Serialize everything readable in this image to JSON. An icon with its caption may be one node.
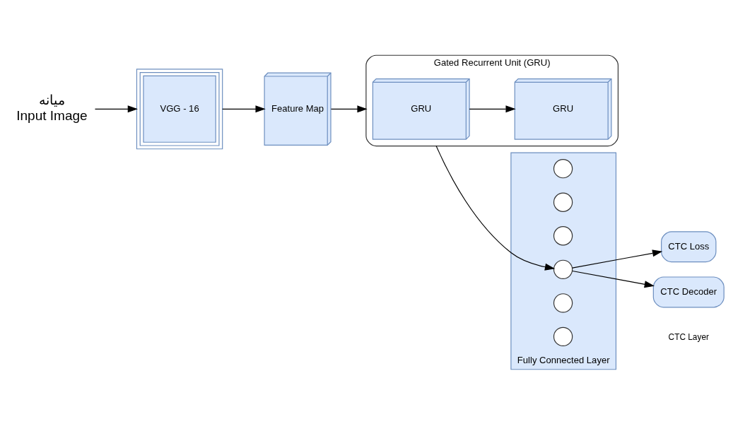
{
  "diagram": {
    "nodes": [
      {
        "text": [
          "ميانه",
          "Input Image"
        ]
      },
      {
        "text": [
          "VGG - 16"
        ]
      },
      {
        "text": [
          "Feature Map"
        ]
      },
      {
        "text": [
          "Gated Recurrent Unit (GRU)"
        ]
      },
      {
        "text": [
          "GRU"
        ],
        "in": 3
      },
      {
        "text": [
          "GRU"
        ],
        "in": 3
      },
      {
        "text": [
          "Fully Connected Layer"
        ]
      },
      {
        "text": [],
        "shape": "circle",
        "in": 6
      },
      {
        "text": [],
        "shape": "circle",
        "in": 6
      },
      {
        "text": [],
        "shape": "circle",
        "in": 6
      },
      {
        "text": [],
        "shape": "circle",
        "in": 6
      },
      {
        "text": [],
        "shape": "circle",
        "in": 6
      },
      {
        "text": [],
        "shape": "circle",
        "in": 6
      },
      {
        "text": [
          "CTC Loss"
        ]
      },
      {
        "text": [
          "CTC Decoder"
        ]
      }
    ],
    "edges": [
      {
        "from": 0,
        "to": 1,
        "arrow": "to"
      },
      {
        "from": 1,
        "to": 2,
        "arrow": "to"
      },
      {
        "from": 2,
        "to": 3,
        "arrow": "to"
      },
      {
        "from": 4,
        "to": 5,
        "arrow": "to"
      },
      {
        "from": 3,
        "to": 10,
        "arrow": "to"
      },
      {
        "from": 10,
        "to": 13,
        "arrow": "to"
      },
      {
        "from": 10,
        "to": 14,
        "arrow": "to"
      }
    ],
    "labels": [
      "CTC Layer"
    ]
  }
}
